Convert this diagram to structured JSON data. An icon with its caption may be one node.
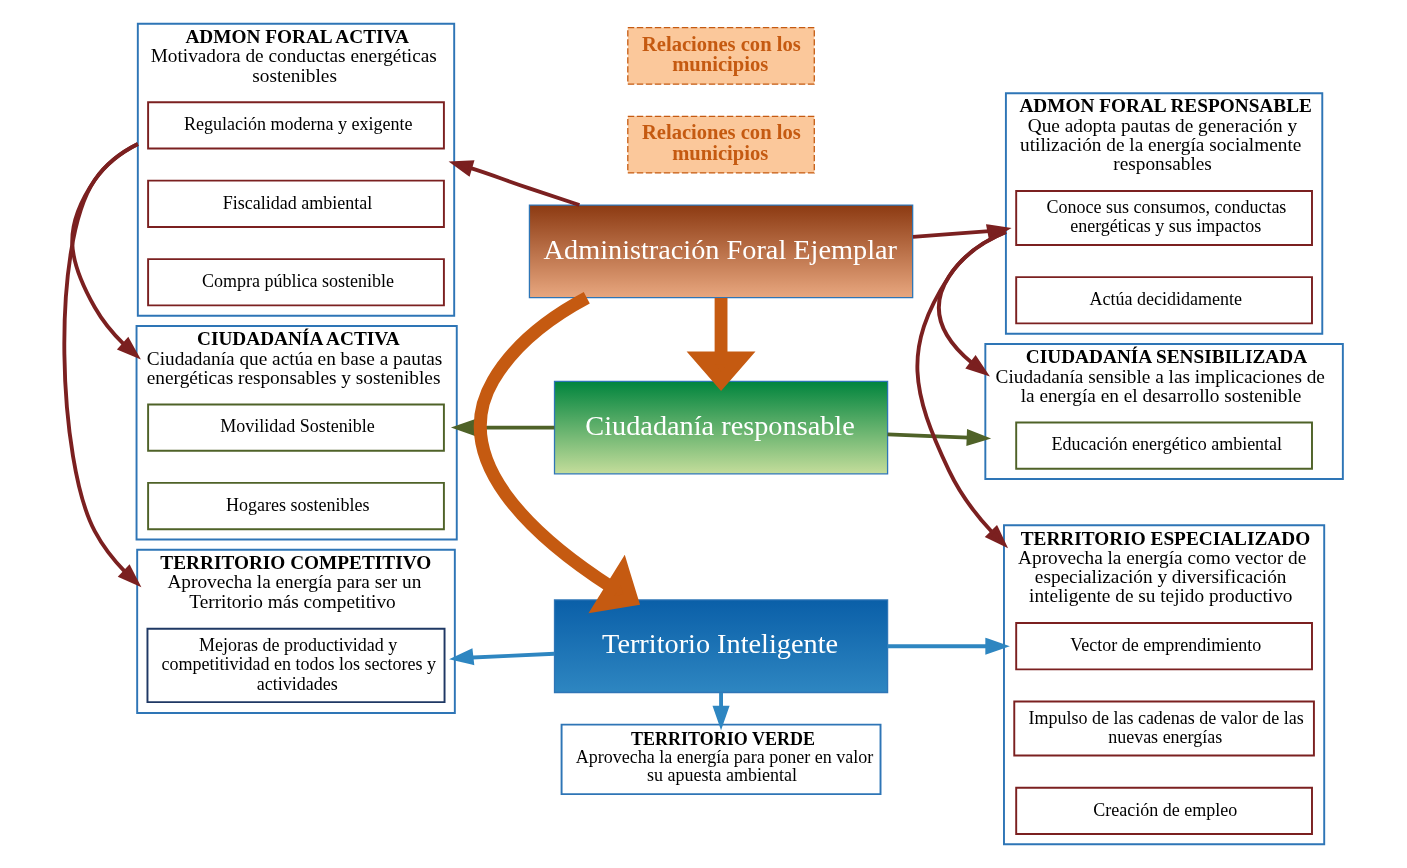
{
  "diagram": {
    "nodes": [
      {
        "text": [
          "CIUDADANÍA ACTIVA",
          "Ciudadanía que actúa en base a pautas energéticas responsables y sostenibles"
        ]
      },
      {
        "text": [
          "Movilidad Sostenible"
        ],
        "in": 0
      },
      {
        "text": [
          "Hogares sostenibles"
        ],
        "in": 0
      },
      {
        "text": [
          "Ciudadanía responsable"
        ]
      },
      {
        "text": [
          "CIUDADANÍA SENSIBILIZADA",
          "Ciudadanía sensible a las implicaciones de la energía en el desarrollo sostenible"
        ]
      },
      {
        "text": [
          "Educación energético ambiental"
        ],
        "in": 4
      },
      {
        "text": [
          "ADMON FORAL ACTIVA",
          "Motivadora de conductas energéticas sostenibles"
        ]
      },
      {
        "text": [
          "Regulación moderna y exigente"
        ],
        "in": 6
      },
      {
        "text": [
          "Fiscalidad ambiental"
        ],
        "in": 6
      },
      {
        "text": [
          "Compra pública sostenible"
        ],
        "in": 6
      },
      {
        "text": [
          "Administración Foral Ejemplar"
        ]
      },
      {
        "text": [
          "Relaciones con los municipios"
        ]
      },
      {
        "text": [
          "Relaciones con los municipios"
        ]
      },
      {
        "text": [
          "ADMON FORAL RESPONSABLE",
          "Que adopta pautas de generación y utilización de la energía socialmente responsables"
        ]
      },
      {
        "text": [
          "Conoce sus consumos, conductas energéticas y sus impactos"
        ],
        "in": 13
      },
      {
        "text": [
          "Actúa decididamente"
        ],
        "in": 13
      },
      {
        "text": [
          "TERRITORIO COMPETITIVO",
          "Aprovecha la energía para ser un Territorio más competitivo"
        ]
      },
      {
        "text": [
          "Mejoras de productividad y competitividad en todos los sectores y actividades"
        ],
        "in": 16
      },
      {
        "text": [
          "Territorio Inteligente"
        ]
      },
      {
        "text": [
          "TERRITORIO ESPECIALIZADO",
          "Aprovecha la energía como vector de especialización y diversificación inteligente de su tejido productivo"
        ]
      },
      {
        "text": [
          "Vector de emprendimiento"
        ],
        "in": 19
      },
      {
        "text": [
          "Impulso de las cadenas de valor de las nuevas energías"
        ],
        "in": 19
      },
      {
        "text": [
          "Creación de empleo"
        ],
        "in": 19
      },
      {
        "text": [
          "TERRITORIO VERDE",
          "Aprovecha la energía para poner en valor su apuesta ambiental"
        ]
      }
    ],
    "edges": [
      {
        "from": 10,
        "to": 3,
        "arrow": "to",
        "style": "thick",
        "color": "#c55a11"
      },
      {
        "from": 10,
        "to": 18,
        "arrow": "to",
        "style": "thick",
        "color": "#c55a11"
      },
      {
        "from": 3,
        "to": 0,
        "arrow": "to",
        "color": "#4f6228"
      },
      {
        "from": 3,
        "to": 4,
        "arrow": "to",
        "color": "#4f6228"
      },
      {
        "from": 10,
        "to": 6,
        "arrow": "to"
      },
      {
        "from": 10,
        "to": 13,
        "arrow": "to"
      },
      {
        "from": 6,
        "to": 0,
        "arrow": "to"
      },
      {
        "from": 6,
        "to": 16,
        "arrow": "to"
      },
      {
        "from": 13,
        "to": 4,
        "arrow": "to"
      },
      {
        "from": 13,
        "to": 19,
        "arrow": "to"
      },
      {
        "from": 18,
        "to": 16,
        "arrow": "to",
        "color": "#2e86c1"
      },
      {
        "from": 18,
        "to": 19,
        "arrow": "to",
        "color": "#2e86c1"
      },
      {
        "from": 18,
        "to": 23,
        "arrow": "to",
        "color": "#2e86c1"
      }
    ]
  }
}
